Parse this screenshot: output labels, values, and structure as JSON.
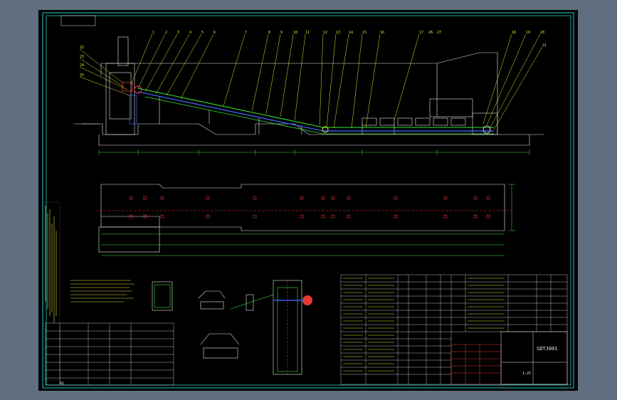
{
  "colors": {
    "background": "#5f6f7f",
    "canvas": "#000000",
    "frame": "#23c7c7",
    "outline": "#e8e8e8",
    "dimension": "#39e639",
    "leader": "#e6e639",
    "centerline": "#e63939",
    "belt": "#3a5fe8",
    "accent": "#e63939"
  },
  "view": {
    "type": "cad-drawing",
    "subject": "belt-conveyor-general-assembly"
  },
  "title_block": {
    "drawing_no": "SDTJ001",
    "scale_label": "1:25"
  },
  "balloon_labels": [
    "1",
    "2",
    "3",
    "4",
    "5",
    "6",
    "7",
    "8",
    "9",
    "10",
    "11",
    "12",
    "13",
    "14",
    "15",
    "16",
    "17",
    "18",
    "19",
    "20",
    "21",
    "22",
    "23",
    "24",
    "25",
    "26",
    "27"
  ],
  "side_notes_label": "A1"
}
